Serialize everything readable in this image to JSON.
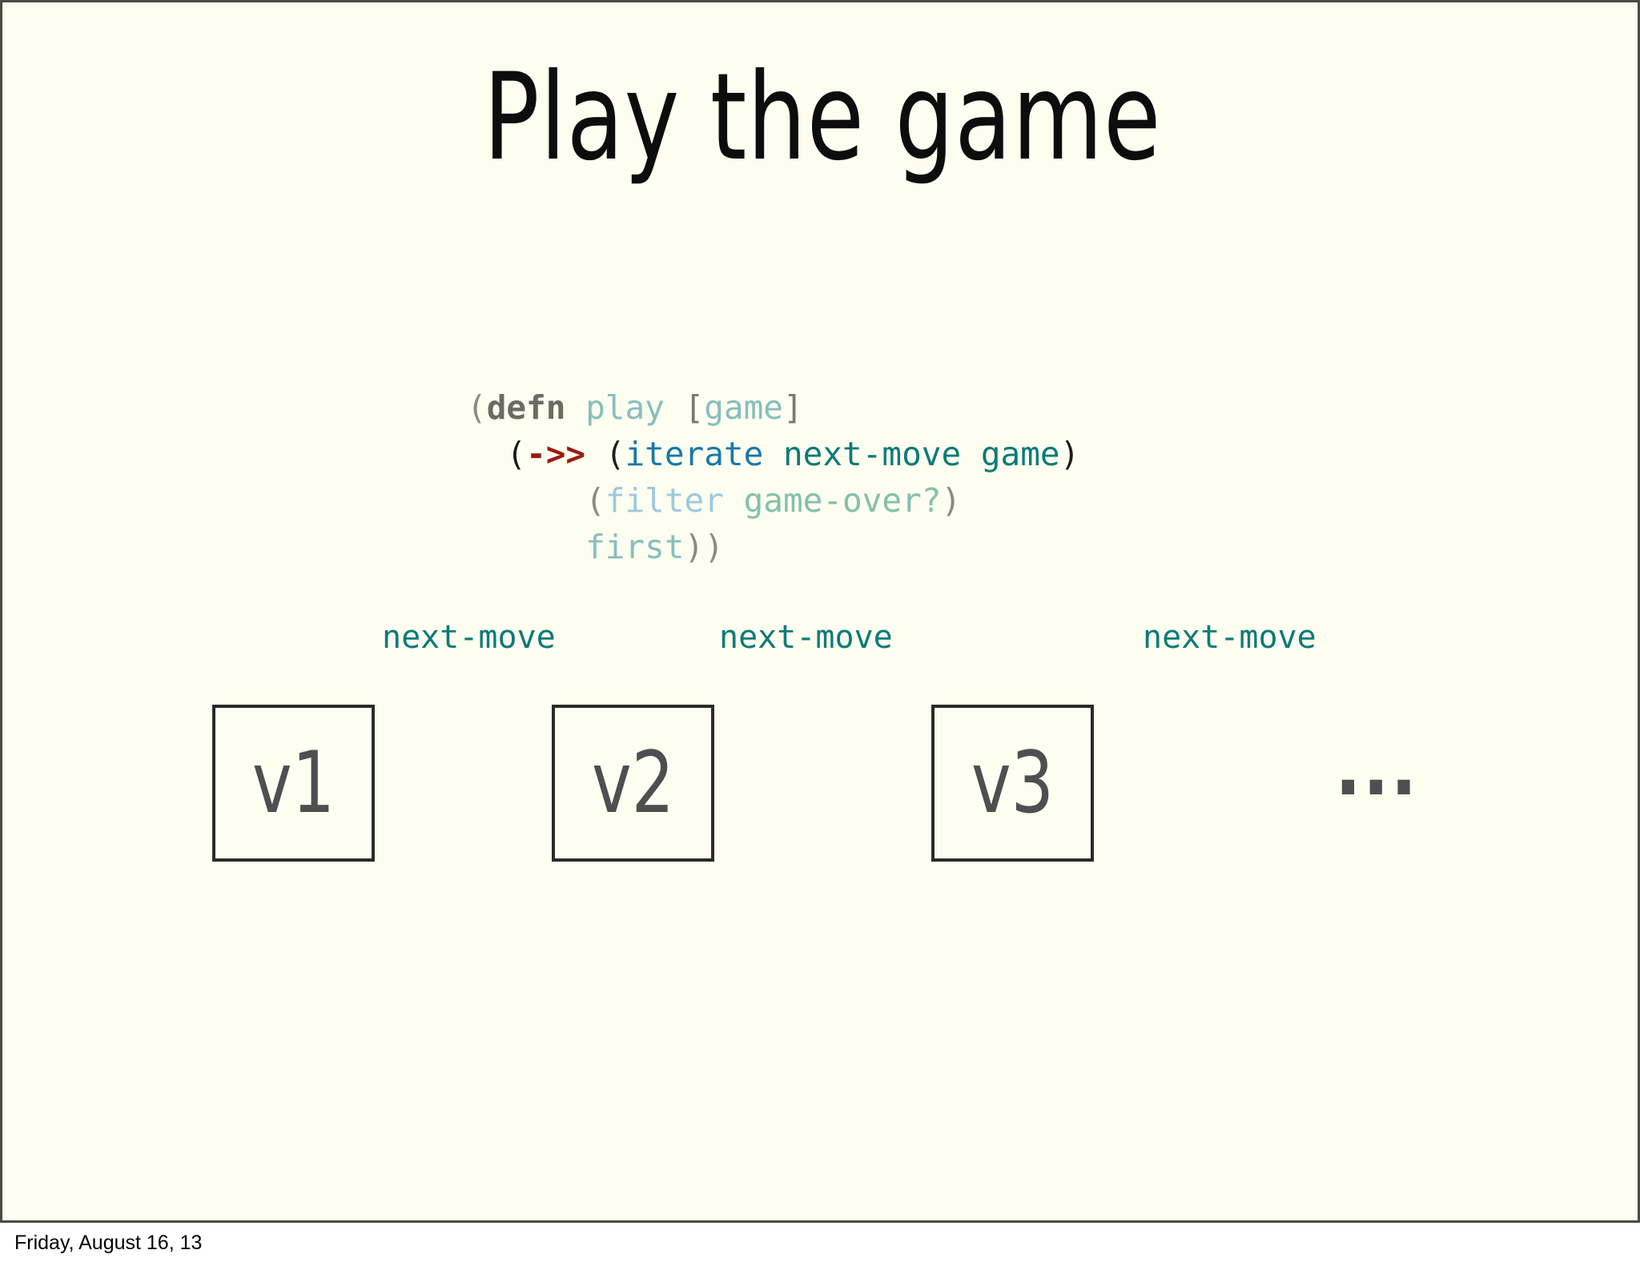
{
  "slide": {
    "title": "Play the game",
    "background_color": "#FDFDF0",
    "border_color": "#4a4a42"
  },
  "code": {
    "language": "clojure",
    "lines": [
      {
        "indent": "",
        "tokens": [
          {
            "text": "(",
            "style": "paren-gray"
          },
          {
            "text": "defn",
            "style": "defn"
          },
          {
            "text": " ",
            "style": "plain"
          },
          {
            "text": "play",
            "style": "lightteal"
          },
          {
            "text": " ",
            "style": "plain"
          },
          {
            "text": "[",
            "style": "bracket"
          },
          {
            "text": "game",
            "style": "lightteal"
          },
          {
            "text": "]",
            "style": "bracket"
          }
        ]
      },
      {
        "indent": "  ",
        "tokens": [
          {
            "text": "(",
            "style": "paren-dark"
          },
          {
            "text": "->>",
            "style": "arrow"
          },
          {
            "text": " ",
            "style": "plain"
          },
          {
            "text": "(",
            "style": "paren-dark"
          },
          {
            "text": "iterate",
            "style": "iterate"
          },
          {
            "text": " ",
            "style": "plain"
          },
          {
            "text": "next-move",
            "style": "darkteal"
          },
          {
            "text": " ",
            "style": "plain"
          },
          {
            "text": "game",
            "style": "darkteal"
          },
          {
            "text": ")",
            "style": "paren-dark"
          }
        ]
      },
      {
        "indent": "      ",
        "tokens": [
          {
            "text": "(",
            "style": "paren-gray"
          },
          {
            "text": "filter",
            "style": "lightblue"
          },
          {
            "text": " ",
            "style": "plain"
          },
          {
            "text": "game-over?",
            "style": "greenpale"
          },
          {
            "text": ")",
            "style": "paren-gray"
          }
        ]
      },
      {
        "indent": "      ",
        "tokens": [
          {
            "text": "first",
            "style": "lightteal"
          },
          {
            "text": "))",
            "style": "paren-gray"
          }
        ]
      }
    ]
  },
  "diagram": {
    "transition_labels": [
      {
        "text": "next-move"
      },
      {
        "text": "next-move"
      },
      {
        "text": "next-move"
      }
    ],
    "states": [
      {
        "label": "v1"
      },
      {
        "label": "v2"
      },
      {
        "label": "v3"
      }
    ],
    "ellipsis": "...",
    "label_color": "#0c7b77",
    "box_border_color": "#2b2b2b",
    "state_text_color": "#4d4f50"
  },
  "footer": {
    "date": "Friday, August 16, 13"
  }
}
